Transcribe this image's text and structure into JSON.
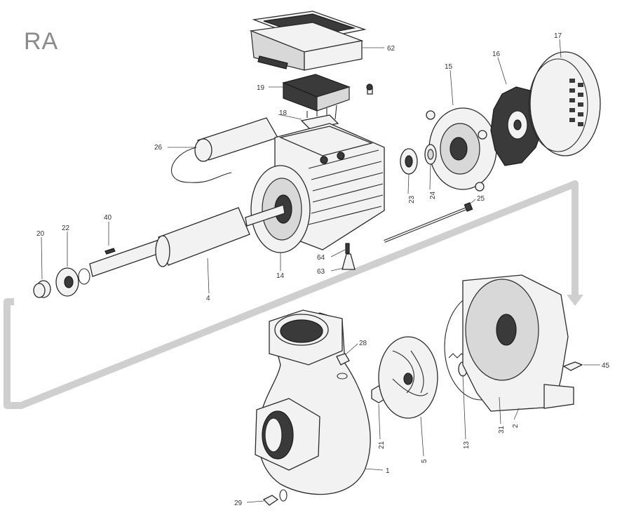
{
  "diagram": {
    "title": "RA",
    "parts": [
      {
        "id": "p62",
        "number": "62"
      },
      {
        "id": "p19",
        "number": "19"
      },
      {
        "id": "p18",
        "number": "18"
      },
      {
        "id": "p26",
        "number": "26"
      },
      {
        "id": "p15",
        "number": "15"
      },
      {
        "id": "p16",
        "number": "16"
      },
      {
        "id": "p17",
        "number": "17"
      },
      {
        "id": "p23",
        "number": "23"
      },
      {
        "id": "p24",
        "number": "24"
      },
      {
        "id": "p25",
        "number": "25"
      },
      {
        "id": "p40",
        "number": "40"
      },
      {
        "id": "p20",
        "number": "20"
      },
      {
        "id": "p22",
        "number": "22"
      },
      {
        "id": "p4",
        "number": "4"
      },
      {
        "id": "p14",
        "number": "14"
      },
      {
        "id": "p64",
        "number": "64"
      },
      {
        "id": "p63",
        "number": "63"
      },
      {
        "id": "p28",
        "number": "28"
      },
      {
        "id": "p21",
        "number": "21"
      },
      {
        "id": "p5",
        "number": "5"
      },
      {
        "id": "p13",
        "number": "13"
      },
      {
        "id": "p31",
        "number": "31"
      },
      {
        "id": "p2",
        "number": "2"
      },
      {
        "id": "p45",
        "number": "45"
      },
      {
        "id": "p1",
        "number": "1"
      },
      {
        "id": "p29",
        "number": "29"
      }
    ]
  }
}
